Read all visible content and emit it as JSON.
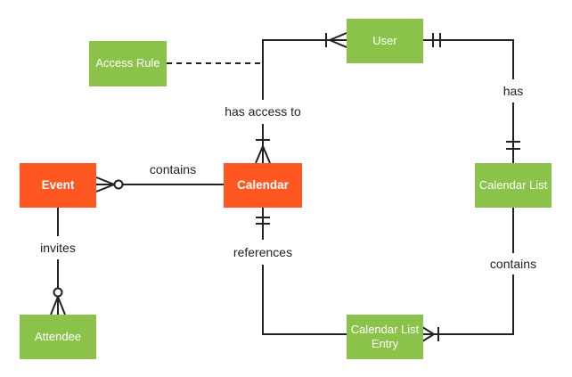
{
  "diagram": {
    "type": "entity-relationship",
    "notation": "crows-foot",
    "colors": {
      "entity_orange": "#FF5722",
      "entity_green": "#8BC34A",
      "entity_text": "#FFFFFF",
      "line": "#212121",
      "label_text": "#212121",
      "background": "#FFFFFF"
    },
    "entities": {
      "access_rule": {
        "label": "Access Rule",
        "color": "green"
      },
      "user": {
        "label": "User",
        "color": "green"
      },
      "event": {
        "label": "Event",
        "color": "orange"
      },
      "calendar": {
        "label": "Calendar",
        "color": "orange"
      },
      "calendar_list": {
        "label": "Calendar List",
        "color": "green"
      },
      "attendee": {
        "label": "Attendee",
        "color": "green"
      },
      "calendar_list_entry": {
        "label": "Calendar List Entry",
        "color": "green"
      }
    },
    "relationships": {
      "contains_event_calendar": {
        "label": "contains",
        "ends": [
          {
            "entity": "event",
            "marker": "zero-or-many"
          },
          {
            "entity": "calendar",
            "marker": "none"
          }
        ]
      },
      "has_access_to": {
        "label": "has access to",
        "ends": [
          {
            "entity": "user",
            "marker": "one-or-many"
          },
          {
            "entity": "calendar",
            "marker": "one-or-many"
          }
        ]
      },
      "has": {
        "label": "has",
        "ends": [
          {
            "entity": "user",
            "marker": "exactly-one"
          },
          {
            "entity": "calendar_list",
            "marker": "exactly-one"
          }
        ]
      },
      "invites": {
        "label": "invites",
        "ends": [
          {
            "entity": "event",
            "marker": "none"
          },
          {
            "entity": "attendee",
            "marker": "zero-or-many"
          }
        ]
      },
      "references": {
        "label": "references",
        "ends": [
          {
            "entity": "calendar",
            "marker": "exactly-one"
          },
          {
            "entity": "calendar_list_entry",
            "marker": "none"
          }
        ]
      },
      "contains_list_entry": {
        "label": "contains",
        "ends": [
          {
            "entity": "calendar_list",
            "marker": "none"
          },
          {
            "entity": "calendar_list_entry",
            "marker": "one-or-many"
          }
        ]
      },
      "access_rule_link": {
        "label": "",
        "style": "dashed",
        "ends": [
          {
            "entity": "access_rule",
            "marker": "none"
          },
          {
            "entity": "has_access_to_line",
            "marker": "none"
          }
        ]
      }
    }
  }
}
